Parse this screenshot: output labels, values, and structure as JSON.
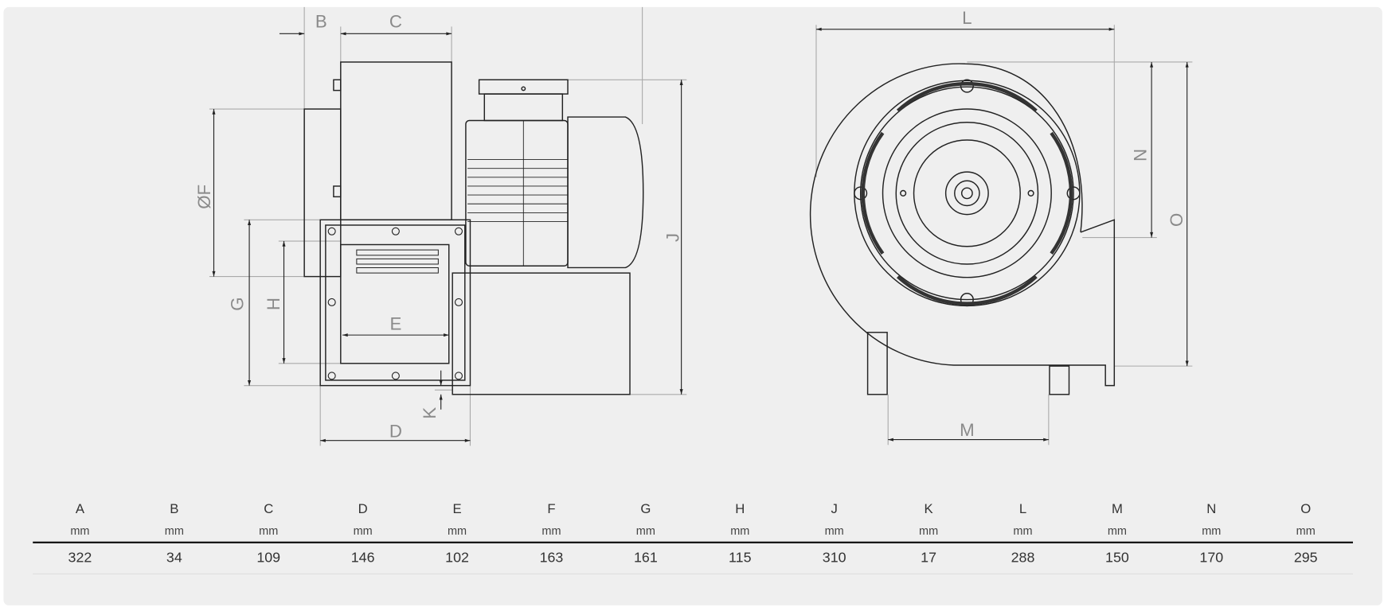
{
  "drawing": {
    "labels": {
      "B": "B",
      "C": "C",
      "F": "ØF",
      "G": "G",
      "H": "H",
      "E": "E",
      "D": "D",
      "K": "K",
      "J": "J",
      "L": "L",
      "M": "M",
      "N": "N",
      "O": "O"
    }
  },
  "table": {
    "headers": [
      "A",
      "B",
      "C",
      "D",
      "E",
      "F",
      "G",
      "H",
      "J",
      "K",
      "L",
      "M",
      "N",
      "O"
    ],
    "units": [
      "mm",
      "mm",
      "mm",
      "mm",
      "mm",
      "mm",
      "mm",
      "mm",
      "mm",
      "mm",
      "mm",
      "mm",
      "mm",
      "mm"
    ],
    "values": [
      "322",
      "34",
      "109",
      "146",
      "102",
      "163",
      "161",
      "115",
      "310",
      "17",
      "288",
      "150",
      "170",
      "295"
    ]
  }
}
